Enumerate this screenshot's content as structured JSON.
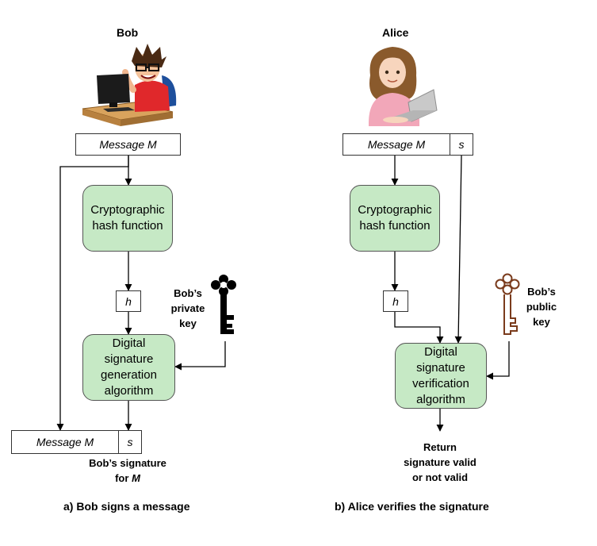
{
  "left": {
    "person": "Bob",
    "message_label": "Message",
    "message_var": "M",
    "hash_node": "Cryptographic\nhash function",
    "h_label": "h",
    "signgen_node": "Digital\nsignature\ngeneration\nalgorithm",
    "key_label": "Bob’s\nprivate\nkey",
    "out_message_label": "Message",
    "out_message_var": "M",
    "out_s_label": "s",
    "signature_caption_line1": "Bob’s signature",
    "signature_caption_for": "for",
    "signature_caption_var": "M",
    "caption": "a) Bob signs a message"
  },
  "right": {
    "person": "Alice",
    "message_label": "Message",
    "message_var": "M",
    "s_label": "s",
    "hash_node": "Cryptographic\nhash function",
    "h_label": "h",
    "verify_node": "Digital\nsignature\nverification\nalgorithm",
    "key_label": "Bob’s\npublic\nkey",
    "result_label": "Return\nsignature valid\nor not valid",
    "caption": "b) Alice verifies the signature"
  },
  "colors": {
    "node_fill": "#c6e9c5",
    "private_key": "#000000",
    "public_key": "#7a3b1c"
  },
  "icons": {
    "bob": "person-at-computer-icon",
    "alice": "person-with-laptop-icon",
    "private_key": "key-icon",
    "public_key": "key-outline-icon"
  }
}
